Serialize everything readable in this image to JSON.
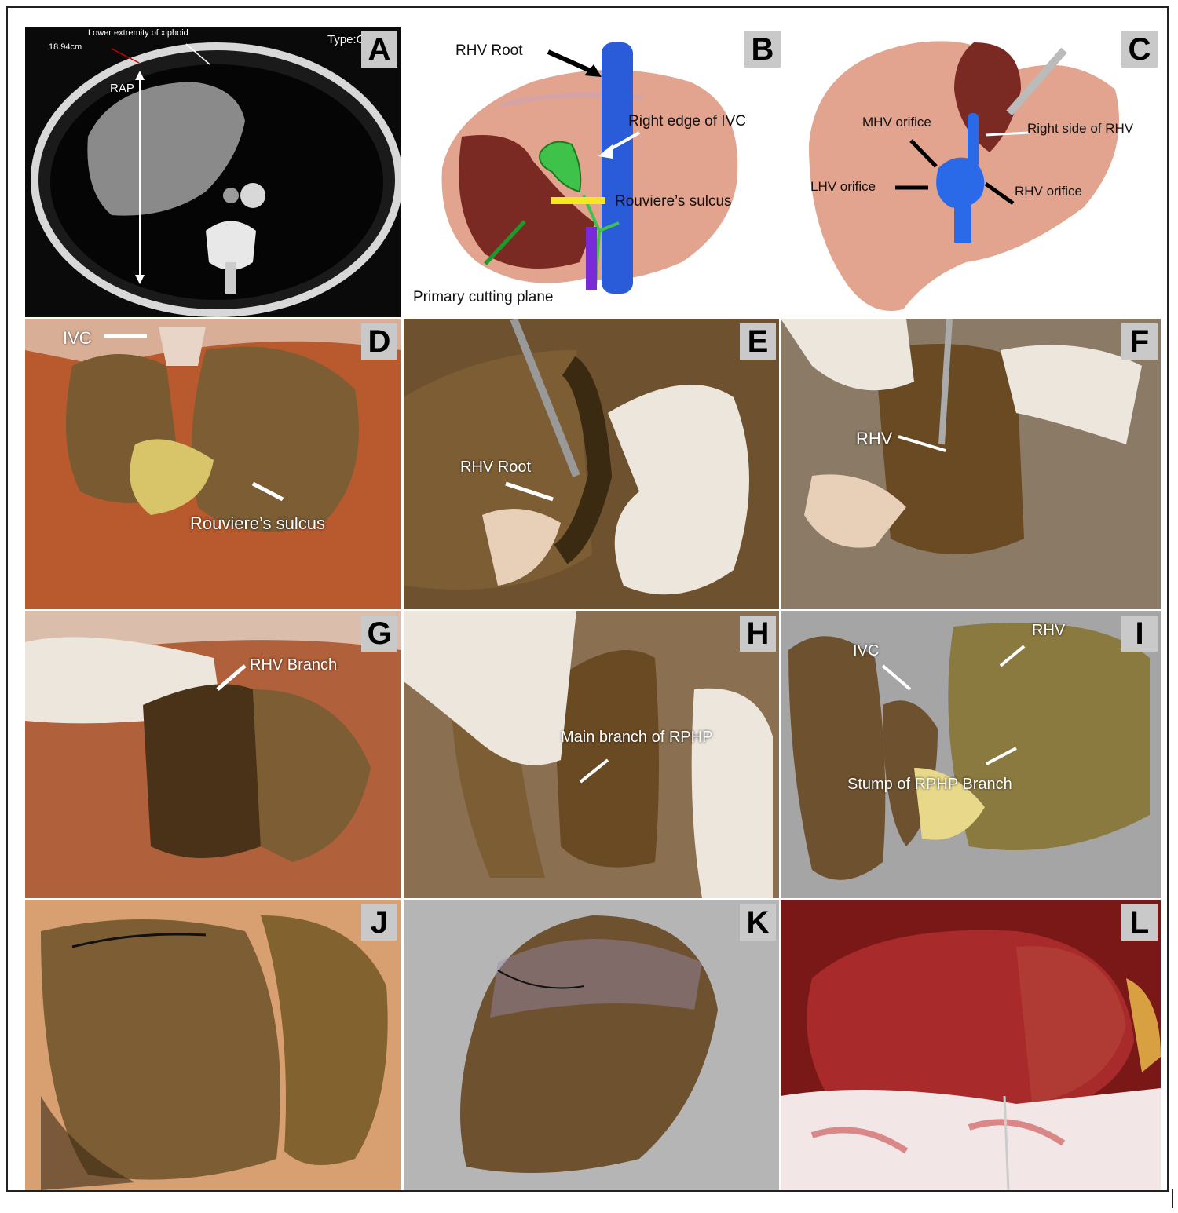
{
  "panels": {
    "a": {
      "letter": "A",
      "distance": "18.94cm",
      "xiphoid": "Lower extremity of xiphoid",
      "type": "Type:OF",
      "rap": "RAP"
    },
    "b": {
      "letter": "B",
      "rhv_root": "RHV Root",
      "ivc_edge": "Right edge of IVC",
      "sulcus": "Rouviere’s sulcus",
      "plane": "Primary cutting plane"
    },
    "c": {
      "letter": "C",
      "mhv": "MHV orifice",
      "rhv_side": "Right side of RHV",
      "lhv": "LHV orifice",
      "rhv": "RHV orifice"
    },
    "d": {
      "letter": "D",
      "ivc": "IVC",
      "sulcus": "Rouviere’s sulcus"
    },
    "e": {
      "letter": "E",
      "rhv_root": "RHV Root"
    },
    "f": {
      "letter": "F",
      "rhv": "RHV"
    },
    "g": {
      "letter": "G",
      "rhv_branch": "RHV Branch"
    },
    "h": {
      "letter": "H",
      "rphp": "Main branch of RPHP"
    },
    "i": {
      "letter": "I",
      "ivc": "IVC",
      "rhv": "RHV",
      "stump": "Stump of RPHP Branch"
    },
    "j": {
      "letter": "J"
    },
    "k": {
      "letter": "K"
    },
    "l": {
      "letter": "L"
    }
  },
  "colors": {
    "ct_bg": "#0a0a0a",
    "liver_tan": "#e2a48e",
    "liver_cut": "#7a2a22",
    "ivc_blue": "#2a5bd8",
    "gallbladder": "#3fc24a",
    "fixed_liver": "#7a5a30",
    "saline": "#c46a3a",
    "glove": "#ece6dc",
    "live_liver": "#9e2a2a"
  }
}
